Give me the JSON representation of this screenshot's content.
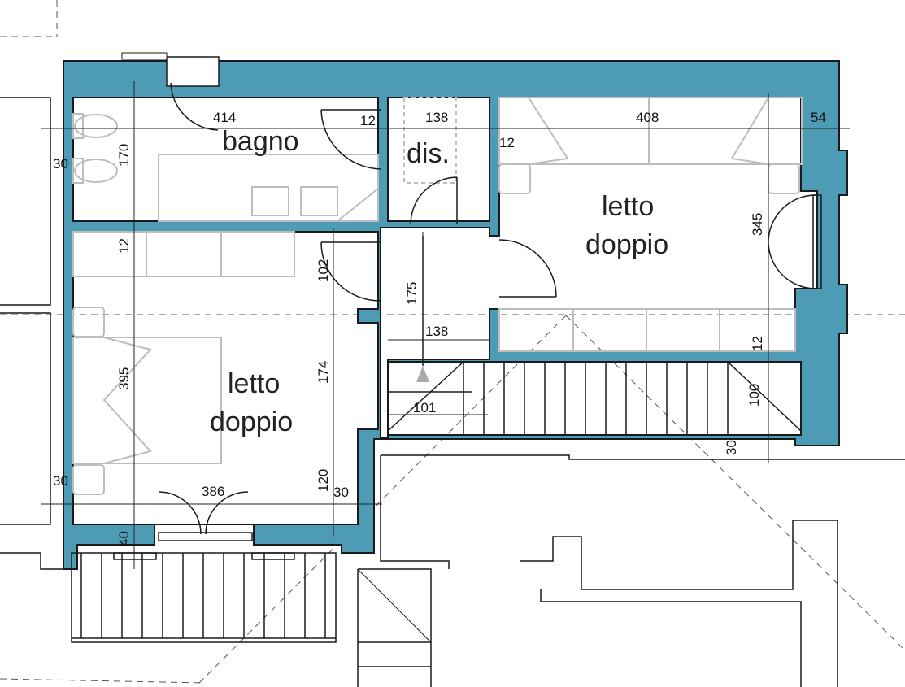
{
  "rooms": {
    "bagno": "bagno",
    "dis": "dis.",
    "letto_right_1": "letto",
    "letto_right_2": "doppio",
    "letto_left_1": "letto",
    "letto_left_2": "doppio"
  },
  "dimensions": {
    "d414": "414",
    "d12_bagno": "12",
    "d138_top": "138",
    "d408": "408",
    "d54": "54",
    "d12_right": "12",
    "d30_left": "30",
    "d170": "170",
    "d12_left": "12",
    "d102": "102",
    "d175": "175",
    "d345": "345",
    "d138_mid": "138",
    "d12_lower_right": "12",
    "d395": "395",
    "d174": "174",
    "d101": "101",
    "d100": "100",
    "d30_right": "30",
    "d30_left_low": "30",
    "d386": "386",
    "d120": "120",
    "d30_mid": "30",
    "d40": "40"
  },
  "colors": {
    "wall_fill": "#4e9bb5",
    "line": "#1a1a1a",
    "furniture": "#bdbdbd"
  }
}
